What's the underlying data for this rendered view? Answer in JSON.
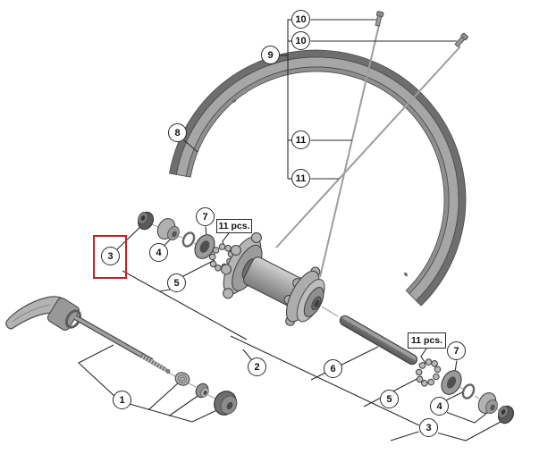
{
  "diagram": {
    "type": "exploded-parts-diagram",
    "callouts": [
      {
        "label": "10"
      },
      {
        "label": "10"
      },
      {
        "label": "9"
      },
      {
        "label": "8"
      },
      {
        "label": "11"
      },
      {
        "label": "11"
      },
      {
        "label": "7"
      },
      {
        "label": "3"
      },
      {
        "label": "4"
      },
      {
        "label": "5"
      },
      {
        "label": "1"
      },
      {
        "label": "2"
      },
      {
        "label": "6"
      },
      {
        "label": "5"
      },
      {
        "label": "7"
      },
      {
        "label": "4"
      },
      {
        "label": "3"
      }
    ],
    "quantity_labels": [
      {
        "label": "11 pcs."
      },
      {
        "label": "11 pcs."
      }
    ],
    "highlight": {
      "selected_callout": "3",
      "box_color": "#c42127"
    },
    "colors": {
      "background": "#ffffff",
      "line": "#2b2b2b",
      "metal_light": "#c9c9c9",
      "metal_mid": "#9a9a9a",
      "metal_dark": "#5f5f5f",
      "highlight_red": "#c42127"
    }
  }
}
